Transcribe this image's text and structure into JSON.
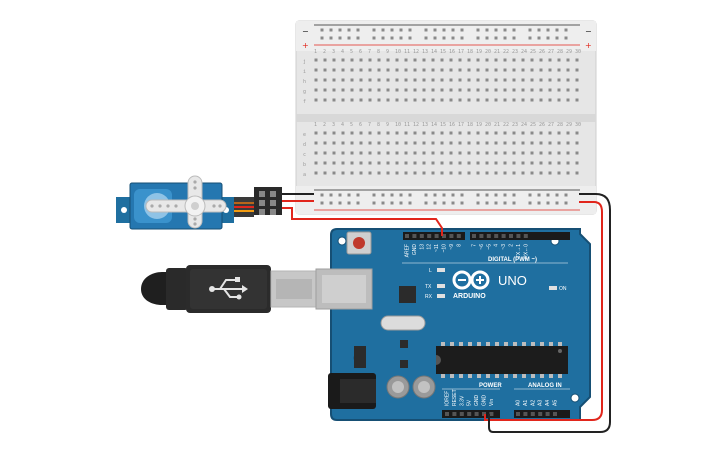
{
  "breadboard": {
    "plus_label": "+",
    "minus_label": "−",
    "row_labels_top": [
      "j",
      "i",
      "h",
      "g",
      "f"
    ],
    "row_labels_bottom": [
      "e",
      "d",
      "c",
      "b",
      "a"
    ],
    "column_count": 30
  },
  "arduino": {
    "brand": "ARDUINO",
    "model": "UNO",
    "digital_label": "DIGITAL (PWM ~)",
    "on_label": "ON",
    "power_label": "POWER",
    "analog_label": "ANALOG IN",
    "led_labels": [
      "L",
      "TX",
      "RX"
    ],
    "digital_pins": [
      "AREF",
      "GND",
      "13",
      "12",
      "~11",
      "~10",
      "~9",
      "8",
      "7",
      "~6",
      "~5",
      "4",
      "~3",
      "2",
      "TX→1",
      "RX←0"
    ],
    "power_pins": [
      "IOREF",
      "RESET",
      "3.3V",
      "5V",
      "GND",
      "GND",
      "Vin"
    ],
    "analog_pins": [
      "A0",
      "A1",
      "A2",
      "A3",
      "A4",
      "A5"
    ]
  },
  "colors": {
    "board_blue": "#1f6fa0",
    "board_dark": "#164f74",
    "wire_red": "#e1261c",
    "wire_black": "#222222",
    "breadboard": "#e6e6e6"
  },
  "icons": {
    "usb": "usb-icon",
    "servo": "servo-motor"
  }
}
